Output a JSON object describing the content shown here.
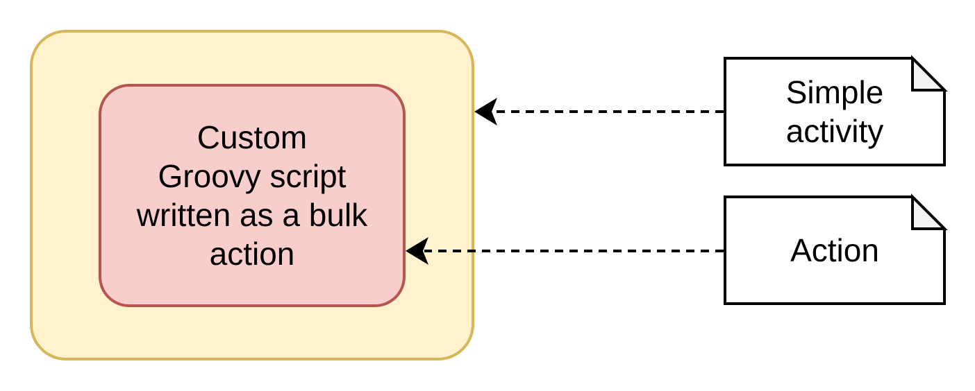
{
  "diagram": {
    "background_color": "#FFFFFF",
    "text_color": "#000000",
    "container": {
      "role": "group-container",
      "fill": "#FFF2CC",
      "stroke": "#D6B656"
    },
    "main_node": {
      "label": "Custom\nGroovy script\nwritten as a bulk\naction",
      "fill": "#F8CECC",
      "stroke": "#B85450"
    },
    "notes": [
      {
        "label": "Simple\nactivity",
        "fill": "#FFFFFF",
        "stroke": "#000000",
        "fold_fill": "#F2F2F2"
      },
      {
        "label": "Action",
        "fill": "#FFFFFF",
        "stroke": "#000000",
        "fold_fill": "#F2F2F2"
      }
    ],
    "connectors": [
      {
        "from": "Simple activity",
        "to": "group container",
        "line_style": "dashed",
        "arrowhead": "filled-concave-left",
        "color": "#000000"
      },
      {
        "from": "Action",
        "to": "main node",
        "line_style": "dashed",
        "arrowhead": "filled-concave-left",
        "color": "#000000"
      }
    ]
  }
}
